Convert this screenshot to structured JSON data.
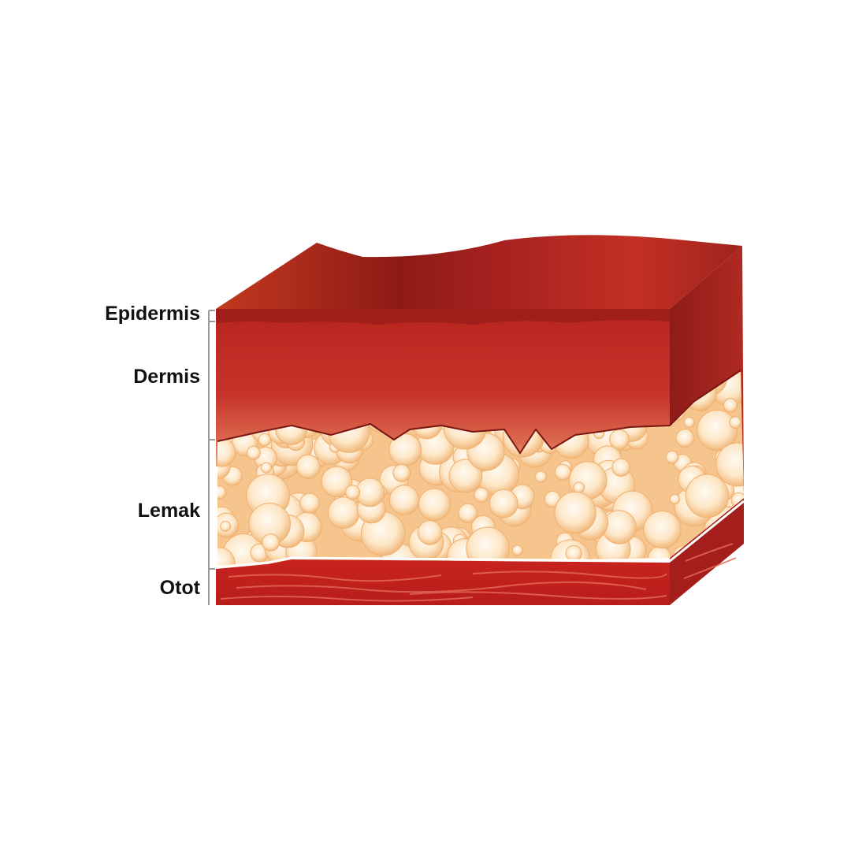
{
  "labels": {
    "epidermis": "Epidermis",
    "dermis": "Dermis",
    "fat": "Lemak",
    "muscle": "Otot"
  },
  "colors": {
    "background": "#ffffff",
    "epidermis": "#b62722",
    "dermis": "#c42d26",
    "dermis_top_surface": "#a3201c",
    "fat": "#f8cf9a",
    "fat_cell": "#fff1de",
    "muscle": "#c72a26",
    "muscle_fiber": "#e56b57",
    "bracket_line": "#9a9a9a",
    "label_text": "#111111"
  }
}
